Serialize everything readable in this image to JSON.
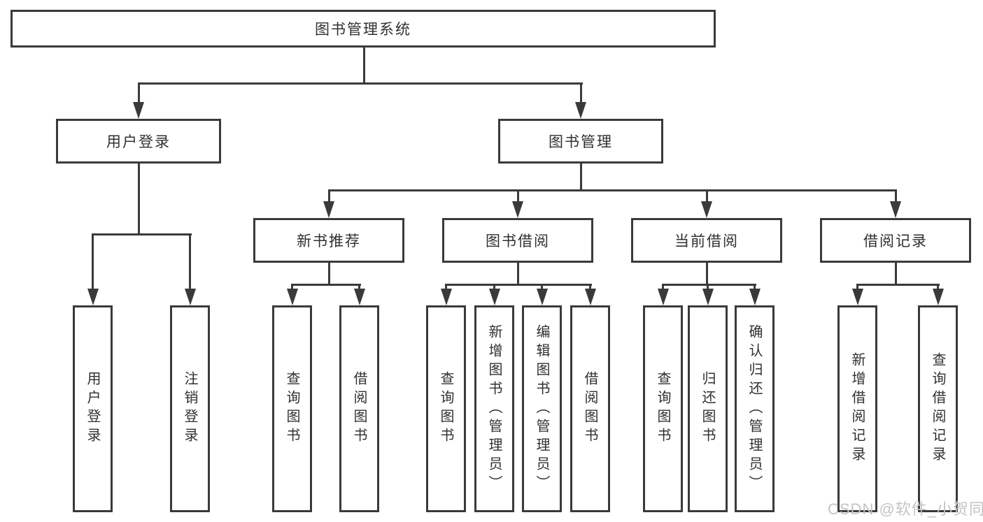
{
  "title": {
    "label": "图书管理系统"
  },
  "nodes": {
    "user_login": {
      "label": "用户登录"
    },
    "book_mgmt": {
      "label": "图书管理"
    },
    "new_books": {
      "label": "新书推荐"
    },
    "book_borrow": {
      "label": "图书借阅"
    },
    "current_borrow": {
      "label": "当前借阅"
    },
    "borrow_records": {
      "label": "借阅记录"
    }
  },
  "leaves": {
    "user_login": [
      "用户登录",
      "注销登录"
    ],
    "new_books": [
      "查询图书",
      "借阅图书"
    ],
    "book_borrow": [
      "查询图书",
      "新增图书（管理员）",
      "编辑图书（管理员）",
      "借阅图书"
    ],
    "current_borrow": [
      "查询图书",
      "归还图书",
      "确认归还（管理员）"
    ],
    "borrow_records": [
      "新增借阅记录",
      "查询借阅记录"
    ]
  },
  "watermark": {
    "text": "CSDN @软件_小贺同学"
  },
  "colors": {
    "line": "#3a3a3a",
    "box_border": "#3a3a3a",
    "box_background": "#ffffff",
    "text": "#303030",
    "watermark": "#c4c4c4",
    "background": "#ffffff"
  }
}
